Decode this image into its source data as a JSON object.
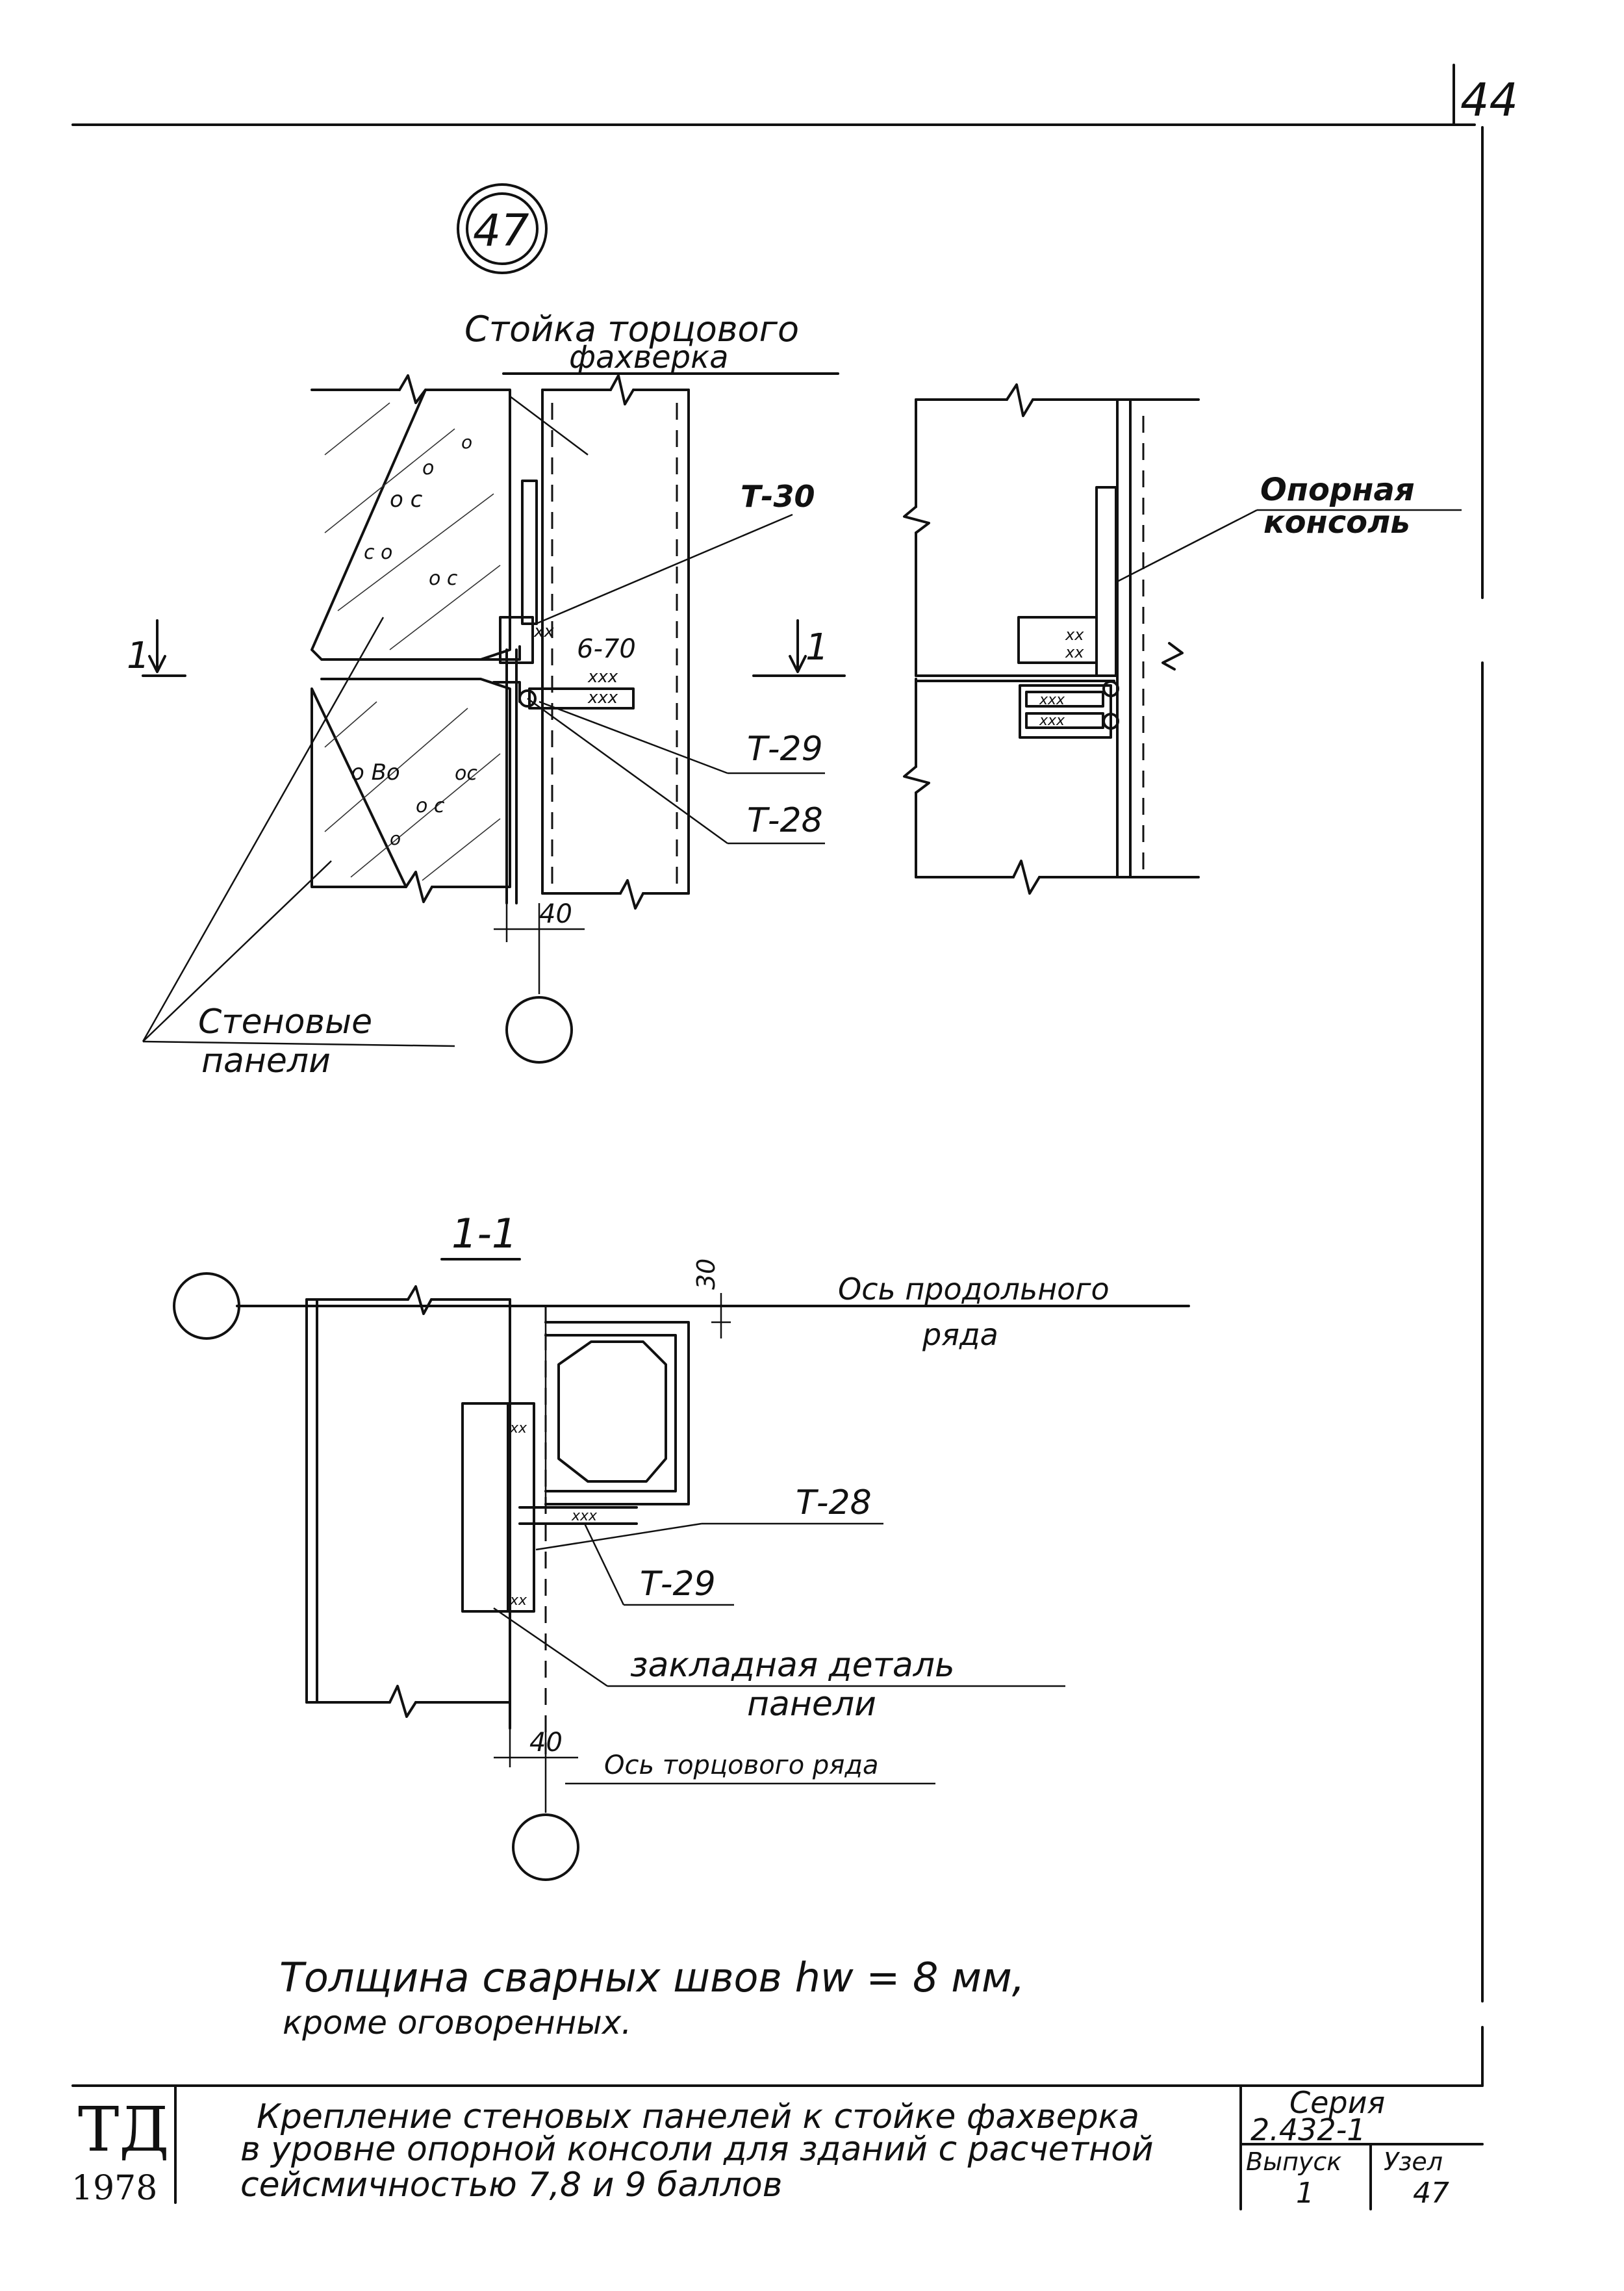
{
  "page": {
    "number": "44"
  },
  "node": {
    "number": "47"
  },
  "top_view": {
    "title_line1": "Стойка торцового",
    "title_line2": "фахверка",
    "section_mark_left": "1",
    "section_mark_right": "1",
    "label_t30a": "Т-30",
    "label_weld": "6-70",
    "label_t29": "Т-29",
    "label_t28": "Т-28",
    "dim_40": "40",
    "wall_panels_line1": "Стеновые",
    "wall_panels_line2": "панели",
    "support_console_line1": "Опорная",
    "support_console_line2": "консоль"
  },
  "section_view": {
    "title": "1-1",
    "dim_30": "30",
    "axis_long_line1": "Ось продольного",
    "axis_long_line2": "ряда",
    "label_t28": "Т-28",
    "label_t29": "Т-29",
    "embedded_line1": "закладная деталь",
    "embedded_line2": "панели",
    "dim_40": "40",
    "axis_end": "Ось торцового ряда"
  },
  "note": {
    "line1": "Толщина сварных швов hw = 8 мм,",
    "line2": "кроме оговоренных."
  },
  "title_block": {
    "logo": "ТД",
    "year": "1978",
    "title_line1": "Крепление стеновых панелей к стойке фахверка",
    "title_line2": "в уровне опорной консоли для зданий с расчетной",
    "title_line3": "сейсмичностью 7,8 и 9 баллов",
    "series_label": "Серия",
    "series_value": "2.432-1",
    "issue_label": "Выпуск",
    "issue_value": "1",
    "node_label": "Узел",
    "node_value": "47"
  }
}
